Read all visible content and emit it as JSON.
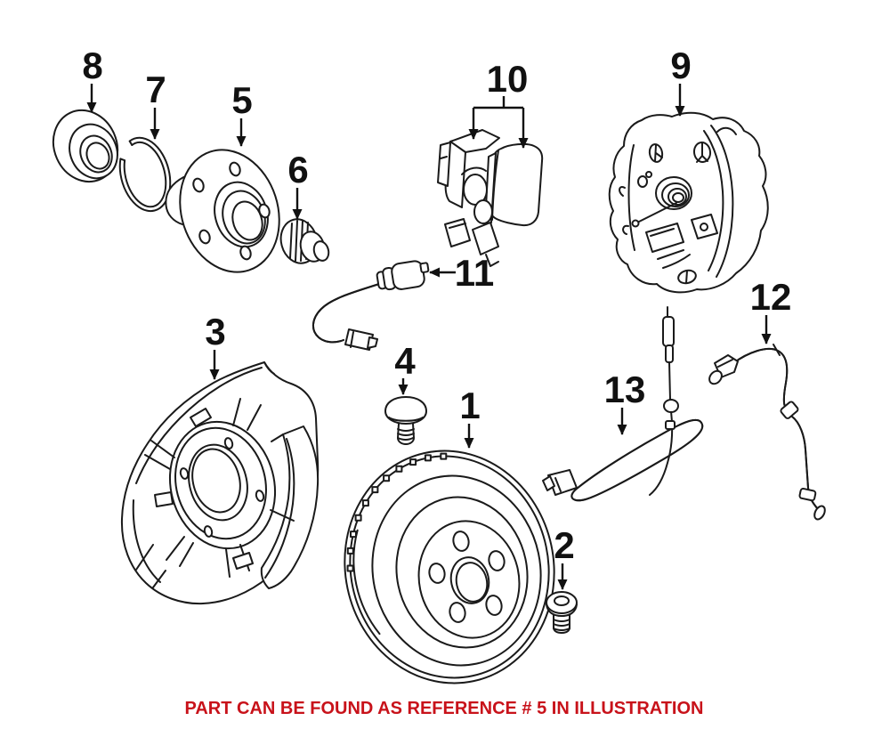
{
  "figure": {
    "description_kind": "exploded-parts-illustration",
    "palette": {
      "background": "#ffffff",
      "line": "#1a1a1a",
      "label": "#111111"
    }
  },
  "callouts": [
    {
      "label": "1"
    },
    {
      "label": "2"
    },
    {
      "label": "3"
    },
    {
      "label": "4"
    },
    {
      "label": "5"
    },
    {
      "label": "6"
    },
    {
      "label": "7"
    },
    {
      "label": "8"
    },
    {
      "label": "9"
    },
    {
      "label": "10"
    },
    {
      "label": "11"
    },
    {
      "label": "12"
    },
    {
      "label": "13"
    }
  ],
  "caption": {
    "text": "PART CAN BE FOUND AS REFERENCE # 5 IN ILLUSTRATION",
    "color": "#c8121a",
    "reference_number": "5"
  }
}
